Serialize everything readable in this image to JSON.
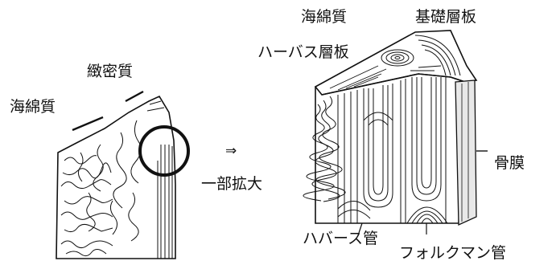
{
  "left_figure": {
    "labels": {
      "dense": "緻密質",
      "spongy": "海綿質"
    }
  },
  "center": {
    "arrow": "⇒",
    "caption": "一部拡大"
  },
  "right_figure": {
    "labels": {
      "spongy": "海綿質",
      "basic_lamella": "基礎層板",
      "haversian_lamella": "ハーバス層板",
      "periosteum": "骨膜",
      "haversian_canal": "ハバース管",
      "volkmann_canal": "フォルクマン管"
    }
  },
  "colors": {
    "ink": "#111111",
    "background": "#ffffff"
  }
}
